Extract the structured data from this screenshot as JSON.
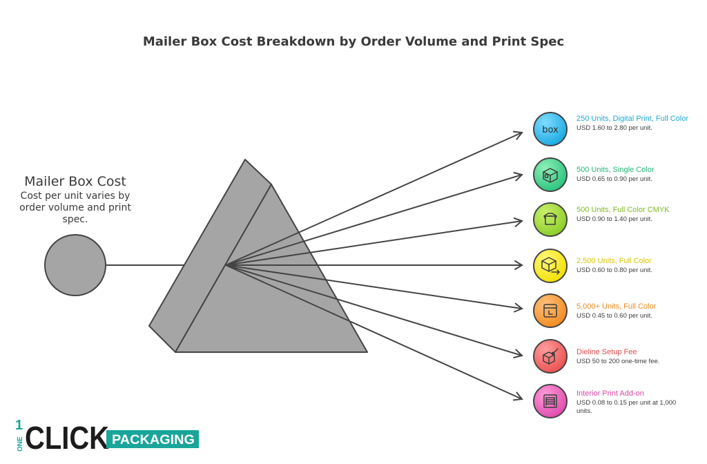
{
  "title": "Mailer Box Cost Breakdown by Order Volume and Print Spec",
  "source": {
    "heading": "Mailer Box Cost",
    "description": "Cost per unit varies by order volume and print spec."
  },
  "items": [
    {
      "heading": "250 Units, Digital Print, Full Color",
      "detail": "USD 1.60 to 2.80 per unit.",
      "color": "#22a7d6",
      "icon": "box-text-icon"
    },
    {
      "heading": "500 Units, Single Color",
      "detail": "USD 0.65 to 0.90 per unit.",
      "color": "#25b576",
      "icon": "package-icon"
    },
    {
      "heading": "500 Units, Full Color CMYK",
      "detail": "USD 0.90 to 1.40 per unit.",
      "color": "#7dba1f",
      "icon": "open-box-icon"
    },
    {
      "heading": "2,500 Units, Full Color",
      "detail": "USD 0.60 to 0.80 per unit.",
      "color": "#e0cc00",
      "icon": "box-arrow-icon"
    },
    {
      "heading": "5,000+ Units, Full Color",
      "detail": "USD 0.45 to 0.60 per unit.",
      "color": "#e98a1c",
      "icon": "box-label-icon"
    },
    {
      "heading": "Dieline Setup Fee",
      "detail": "USD 50 to 200 one-time fee.",
      "color": "#e24a4a",
      "icon": "box-brush-icon"
    },
    {
      "heading": "Interior Print Add-on",
      "detail": "USD 0.08 to 0.15 per unit at 1,000 units.",
      "color": "#d447a3",
      "icon": "grid-box-icon"
    }
  ],
  "logo": {
    "number": "1",
    "vertical": "ONE",
    "word": "CLICK",
    "tagline": "PACKAGING",
    "colors": {
      "dark": "#1c1c1c",
      "teal": "#1aa59a"
    }
  }
}
